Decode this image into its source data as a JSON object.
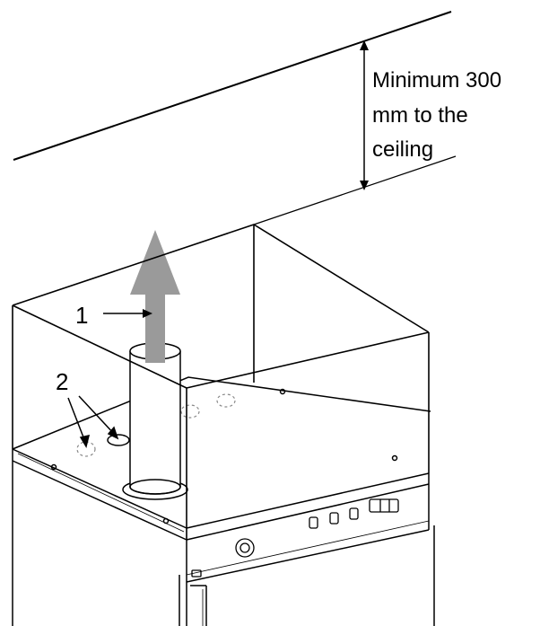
{
  "annotation": {
    "clearance_line1": "Minimum 300",
    "clearance_line2": "mm to the",
    "clearance_line3": "ceiling"
  },
  "callouts": {
    "flue_outlet": "1",
    "connection_points": "2"
  },
  "colors": {
    "line": "#000000",
    "arrow_fill": "#9a9a9a",
    "dashed": "#888888"
  }
}
